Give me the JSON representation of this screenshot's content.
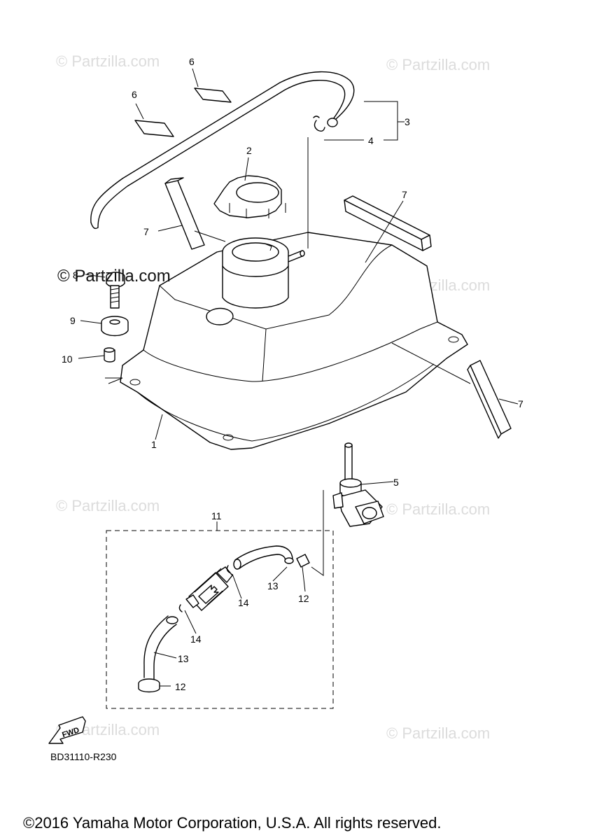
{
  "diagram": {
    "part_labels": [
      "1",
      "2",
      "3",
      "4",
      "5",
      "6",
      "6",
      "7",
      "7",
      "7",
      "8",
      "9",
      "10",
      "11",
      "12",
      "12",
      "13",
      "13",
      "14",
      "14"
    ],
    "watermark": "© Partzilla.com",
    "watermark_dark": "© Partzilla.com",
    "fwd_label": "FWD",
    "diagram_code": "BD31110-R230",
    "copyright": "©2016 Yamaha Motor Corporation, U.S.A. All rights reserved."
  }
}
